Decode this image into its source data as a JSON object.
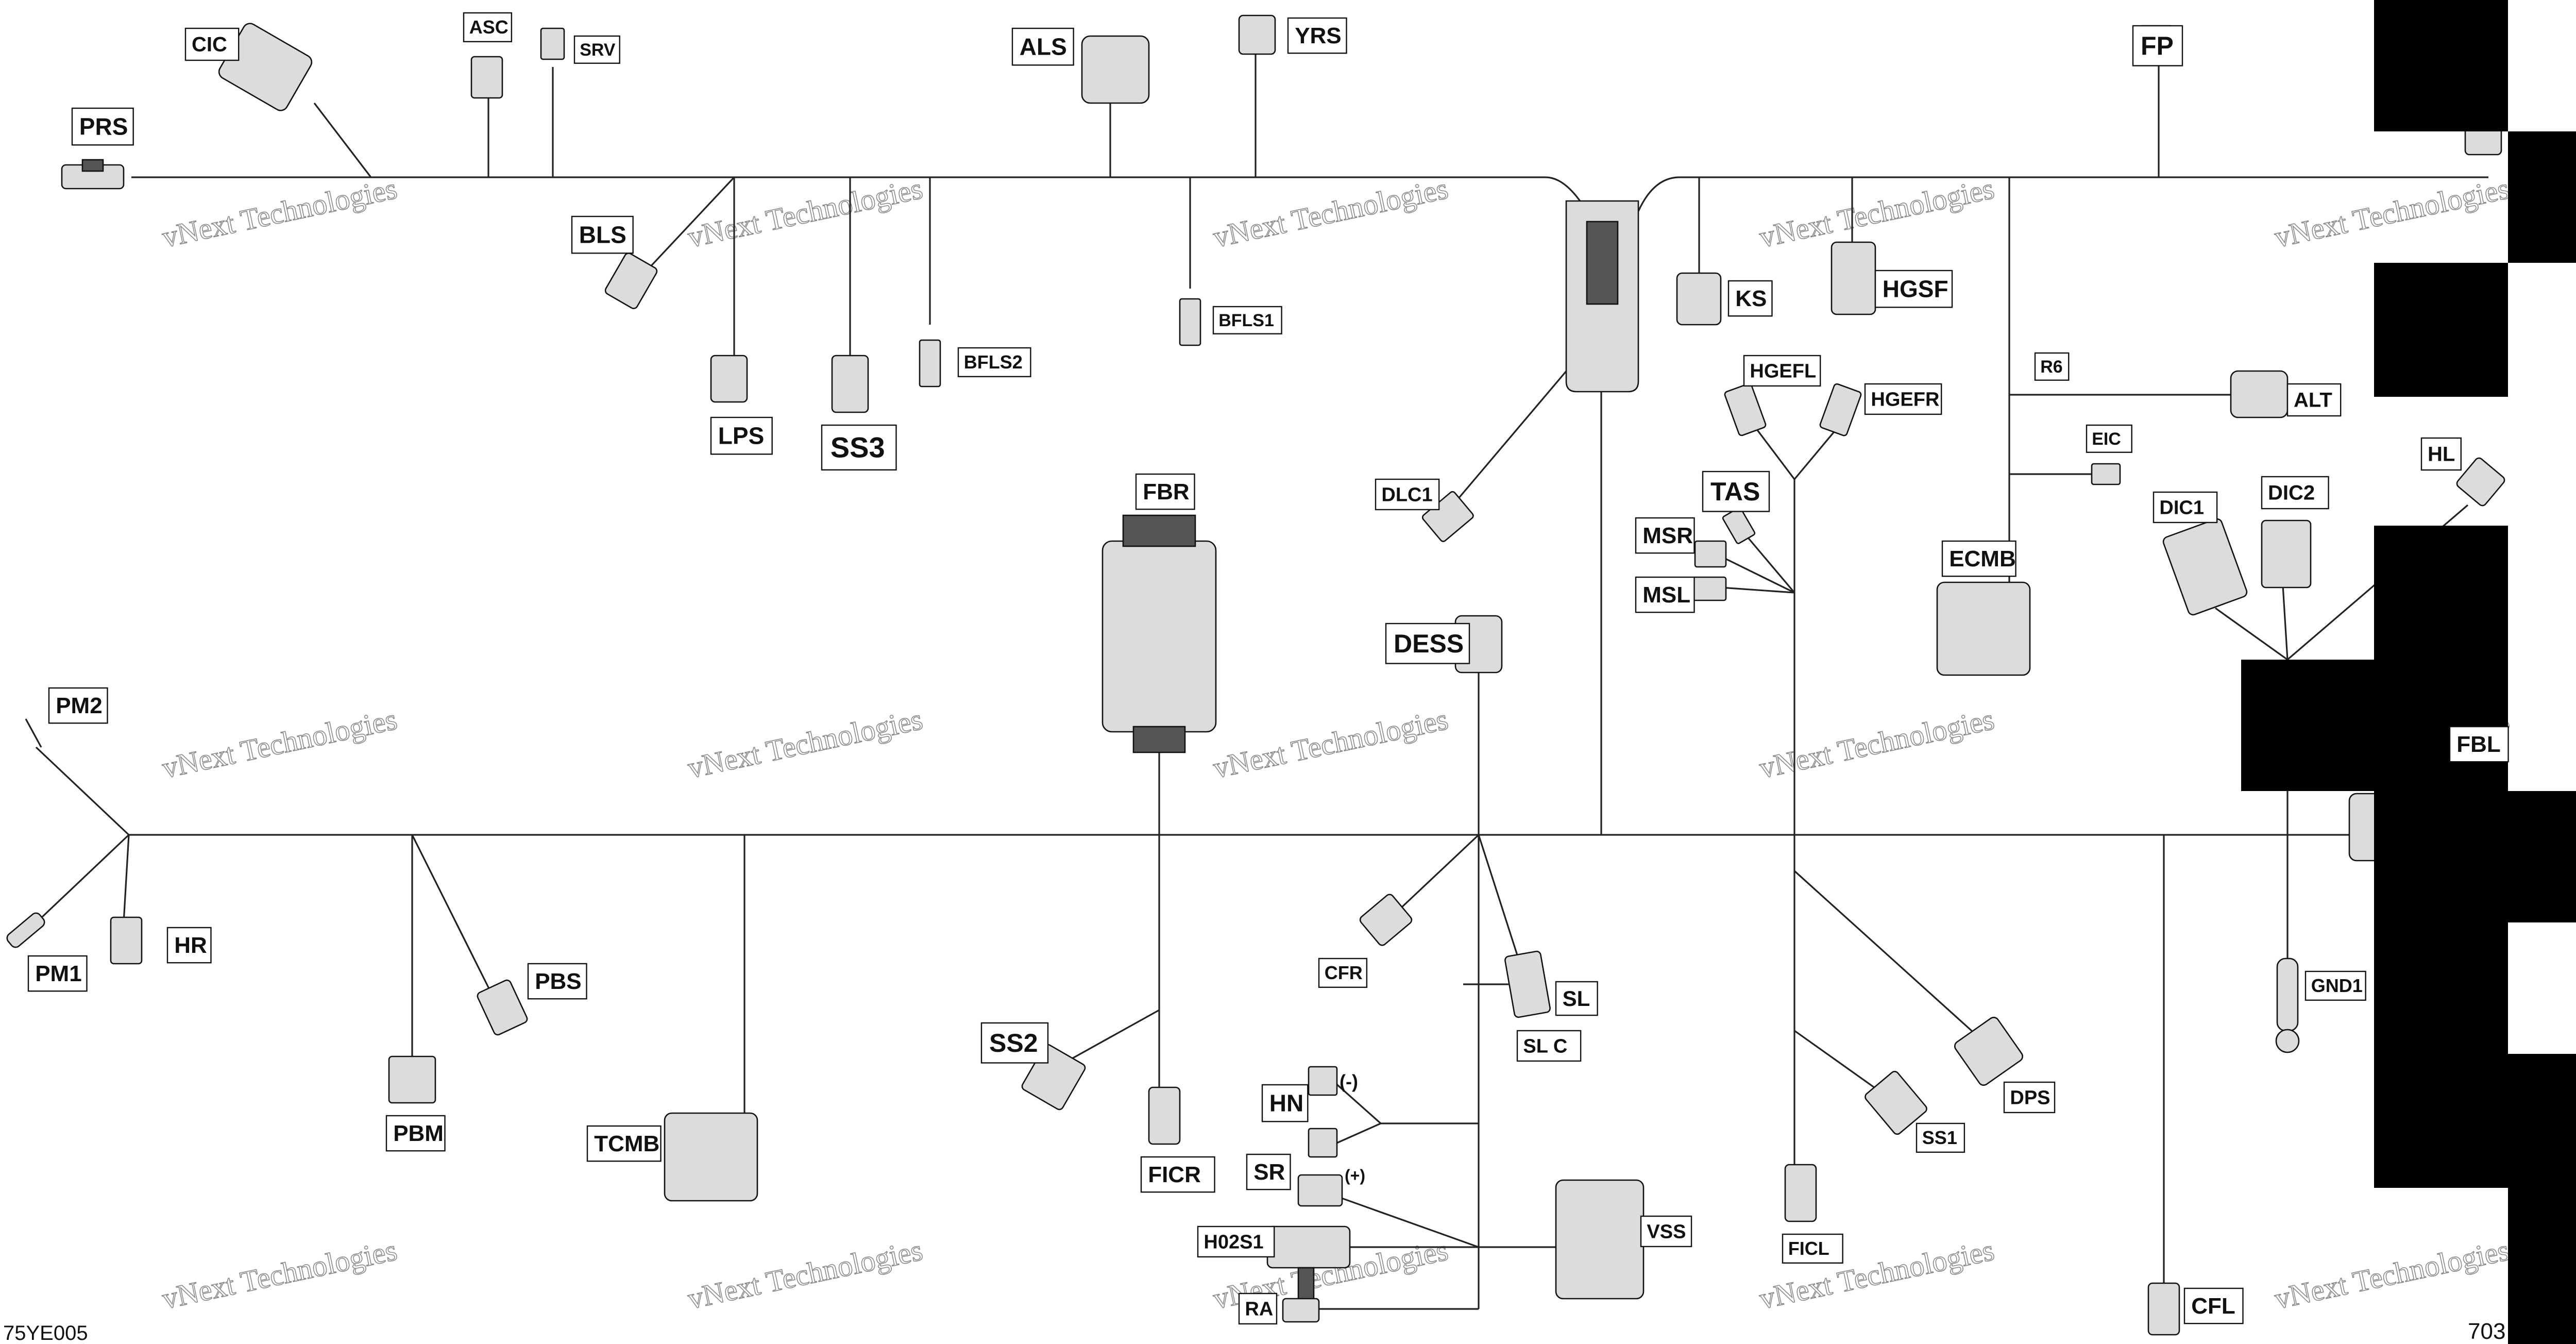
{
  "watermark": "vNext Technologies",
  "document_code": "75YE005",
  "page_number": "703",
  "components": {
    "PRS": "PRS",
    "CIC": "CIC",
    "ASC": "ASC",
    "SRV": "SRV",
    "ALS": "ALS",
    "YRS": "YRS",
    "FP": "FP",
    "BLS": "BLS",
    "LPS": "LPS",
    "SS3": "SS3",
    "BFLS2": "BFLS2",
    "BFLS1": "BFLS1",
    "KS": "KS",
    "HGSF": "HGSF",
    "HGEFL": "HGEFL",
    "HGEFR": "HGEFR",
    "R6": "R6",
    "ALT": "ALT",
    "EIC": "EIC",
    "HL": "HL",
    "DIC1": "DIC1",
    "DIC2": "DIC2",
    "TAS": "TAS",
    "MSR": "MSR",
    "MSL": "MSL",
    "ECMB": "ECMB",
    "DLC1": "DLC1",
    "FBR": "FBR",
    "DESS": "DESS",
    "PM2": "PM2",
    "PM1": "PM1",
    "HR": "HR",
    "PBS": "PBS",
    "PBM": "PBM",
    "TCMB": "TCMB",
    "SS2": "SS2",
    "FICR": "FICR",
    "CFR": "CFR",
    "SL": "SL",
    "SL_C": "SL C",
    "HN": "HN",
    "HN_minus": "(-)",
    "HN_plus": "(+)",
    "SR": "SR",
    "H02S1": "H02S1",
    "RA": "RA",
    "VSS": "VSS",
    "FICL": "FICL",
    "SS1": "SS1",
    "DPS": "DPS",
    "FBL": "FBL",
    "GND1": "GND1",
    "CFL": "CFL"
  }
}
